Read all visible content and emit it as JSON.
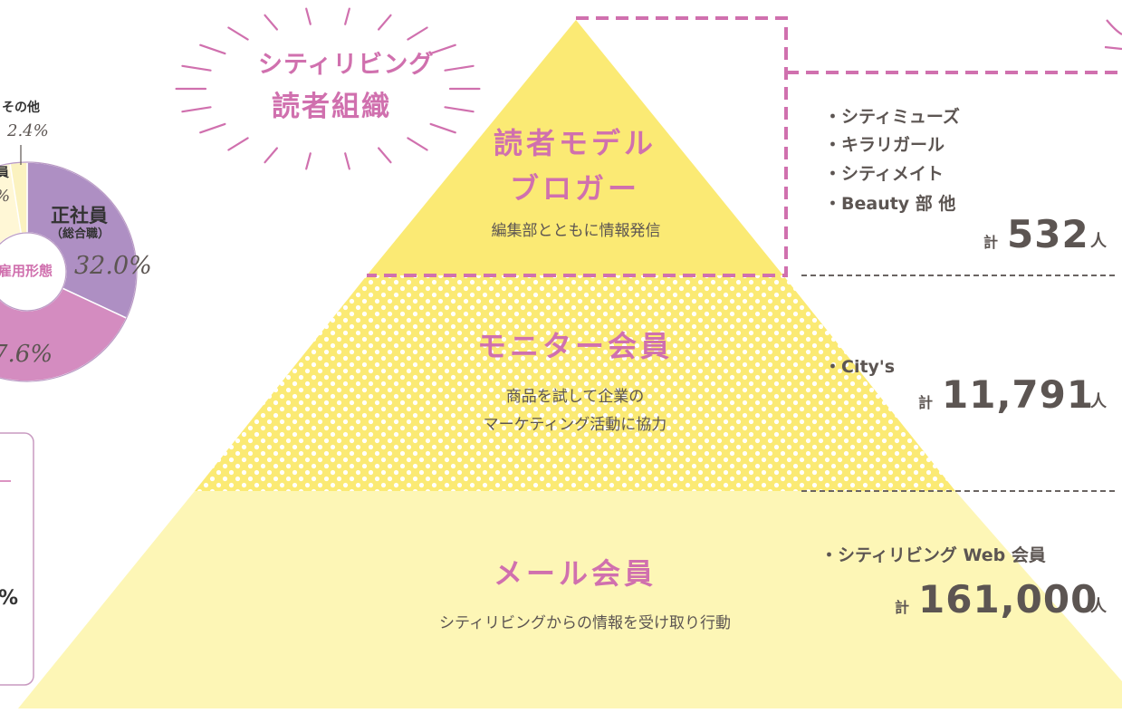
{
  "colors": {
    "pink": "#d070ae",
    "top_tier": "#fbea74",
    "middle_tier": "#fbea74",
    "bottom_tier": "#fdf6b6",
    "text": "#5c5552"
  },
  "badge": {
    "line1": "シティリビング",
    "line2": "読者組織"
  },
  "pie": {
    "label": "雇用形態",
    "other_label": "その他",
    "other_value": "2.4%",
    "main_label": "正社員",
    "main_sub": "（総合職）",
    "main_value": "32.0%",
    "partial_left_label": "員",
    "partial_left_value": "%",
    "partial_bottom_value": "7.6%",
    "box_value": "%"
  },
  "chart_data": {
    "type": "pyramid",
    "tiers": [
      {
        "title_line1": "読者モデル",
        "title_line2": "ブロガー",
        "desc": "編集部とともに情報発信",
        "members": [
          "・シティミューズ",
          "・キラリガール",
          "・シティメイト",
          "・Beauty 部 他"
        ],
        "count_prefix": "計",
        "count": "532",
        "count_unit": "人"
      },
      {
        "title": "モニター会員",
        "desc_line1": "商品を試して企業の",
        "desc_line2": "マーケティング活動に協力",
        "members": [
          "・City's"
        ],
        "count_prefix": "計",
        "count": "11,791",
        "count_unit": "人"
      },
      {
        "title": "メール会員",
        "desc": "シティリビングからの情報を受け取り行動",
        "members": [
          "・シティリビング Web 会員"
        ],
        "count_prefix": "計",
        "count": "161,000",
        "count_unit": "人"
      }
    ]
  }
}
